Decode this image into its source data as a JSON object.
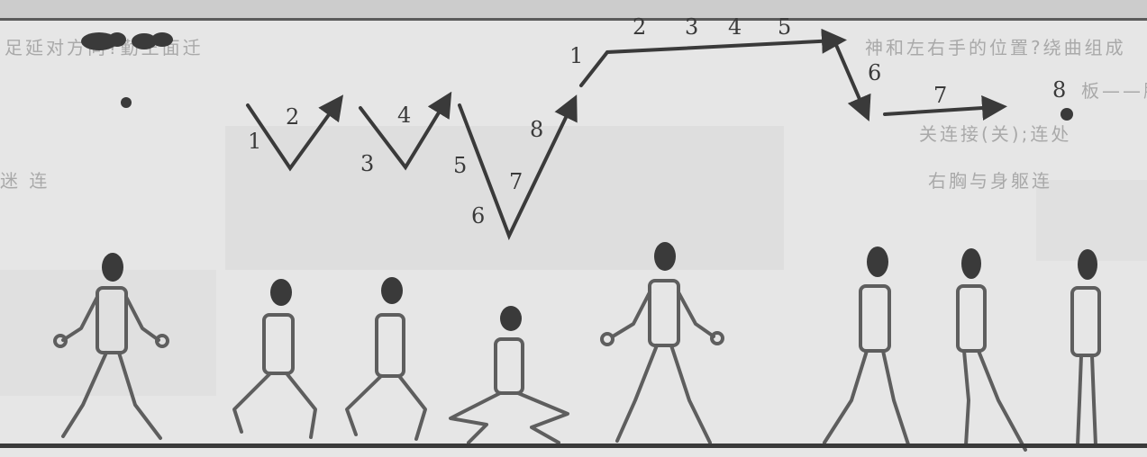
{
  "background_text": {
    "line1": "足延对方向?勤王面迁",
    "line2": "神和左右手的位置?绕曲组成",
    "line3": "板——脱",
    "line4": "关连接(关);连处",
    "line5": "右胸与身躯连",
    "line6": "迷 连"
  },
  "step_labels": {
    "v1_left": "1",
    "v1_right": "2",
    "v2_left": "3",
    "v2_right": "4",
    "v3_5": "5",
    "v3_6": "6",
    "v3_7": "7",
    "v3_8": "8",
    "r1": "1",
    "r2": "2",
    "r3": "3",
    "r4": "4",
    "r5": "5",
    "r6": "6",
    "r7": "7",
    "r8": "8"
  },
  "colors": {
    "ink": "#3a3a3a",
    "figure": "#5e5e5e",
    "paper": "#e6e6e6",
    "faint": "#cfcfcf"
  },
  "icons": [
    "footprint-icon",
    "stick-figure-icon",
    "arrow-icon"
  ]
}
